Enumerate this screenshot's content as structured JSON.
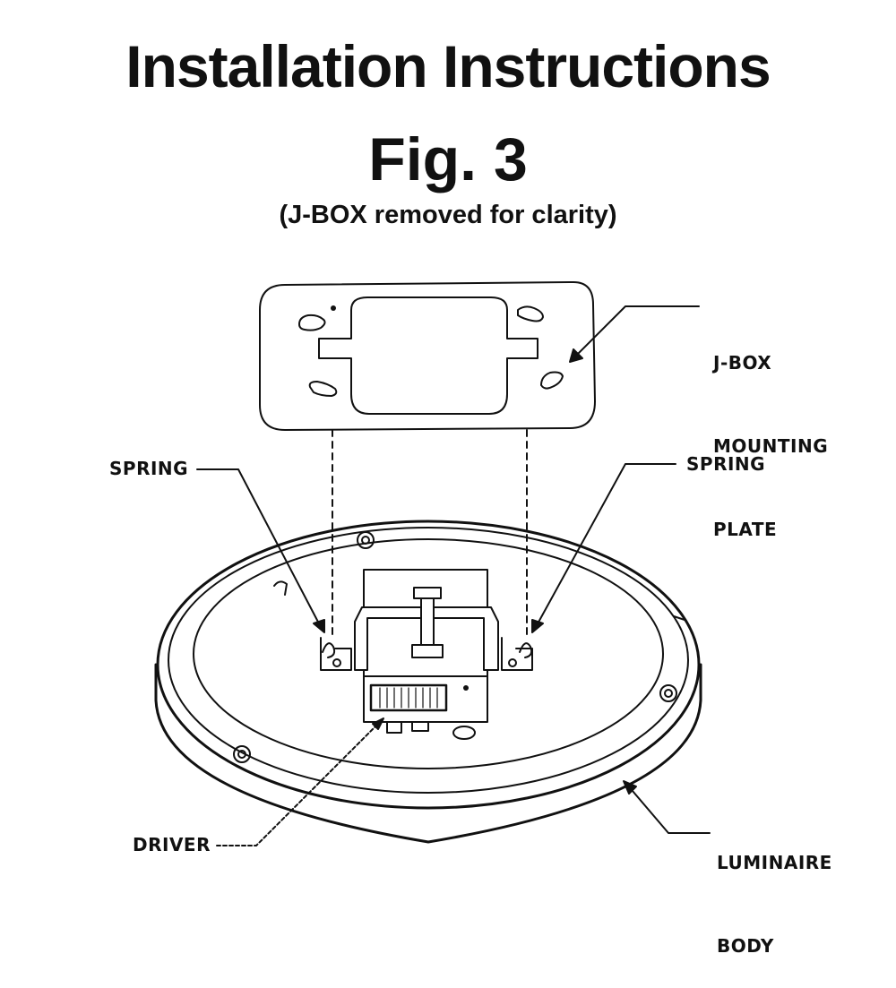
{
  "heading": {
    "title": "Installation Instructions",
    "figure": "Fig. 3",
    "subtitle": "(J-BOX removed for clarity)"
  },
  "callouts": {
    "mounting_plate": [
      "J-BOX",
      "MOUNTING",
      "PLATE"
    ],
    "spring_left": "SPRING",
    "spring_right": "SPRING",
    "driver": "DRIVER",
    "luminaire_body": [
      "LUMINAIRE",
      "BODY"
    ]
  }
}
